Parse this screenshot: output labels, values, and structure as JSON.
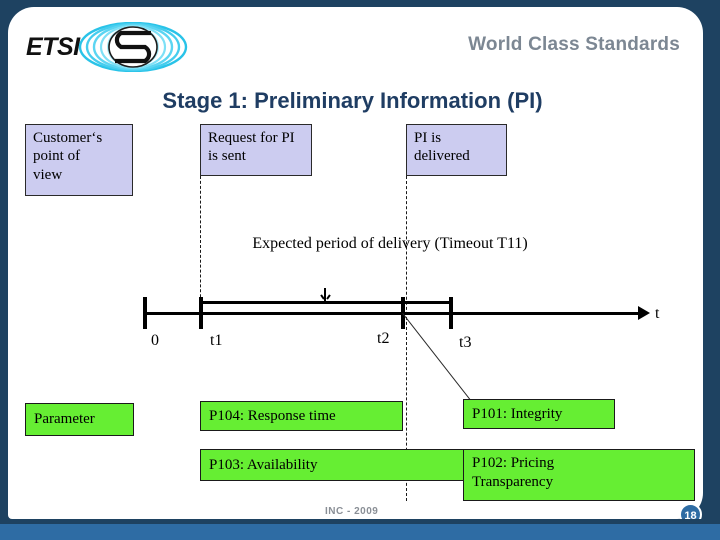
{
  "slide": {
    "tagline": "World Class Standards",
    "title": "Stage 1: Preliminary Information (PI)",
    "logo_text": "ETSI",
    "footer_note": "INC - 2009",
    "page_number": "18"
  },
  "colors": {
    "frame": "#1e4261",
    "bottom_bar": "#2e6ca4",
    "title": "#1f3d63",
    "tagline": "#7c8793",
    "box_blue": "#ccccf0",
    "box_green": "#66ee33",
    "line": "#000000",
    "badge": "#2e6ca4"
  },
  "customer_row": {
    "label_box": "Customer‘s point of view",
    "label_box_lines": [
      "Customer‘s",
      "point of",
      "view"
    ],
    "events": [
      {
        "id": "request-sent",
        "text": "Request for PI is sent"
      },
      {
        "id": "pi-delivered",
        "text": "PI is delivered"
      }
    ]
  },
  "timeline": {
    "period_label": "Expected period of delivery (Timeout T11)",
    "axis_label": "t",
    "ticks": [
      {
        "label": "0"
      },
      {
        "label": "t1"
      },
      {
        "label": "t2"
      },
      {
        "label": "t3"
      }
    ]
  },
  "parameter_row": {
    "label_box": "Parameter",
    "items": [
      {
        "id": "p104",
        "text": "P104: Response time"
      },
      {
        "id": "p101",
        "text": "P101: Integrity"
      },
      {
        "id": "p103",
        "text": "P103: Availability"
      },
      {
        "id": "p102",
        "text": "P102: Pricing Transparency"
      },
      {
        "id": "p102-line1",
        "text": "P102: Pricing"
      },
      {
        "id": "p102-line2",
        "text": "Transparency"
      }
    ]
  }
}
